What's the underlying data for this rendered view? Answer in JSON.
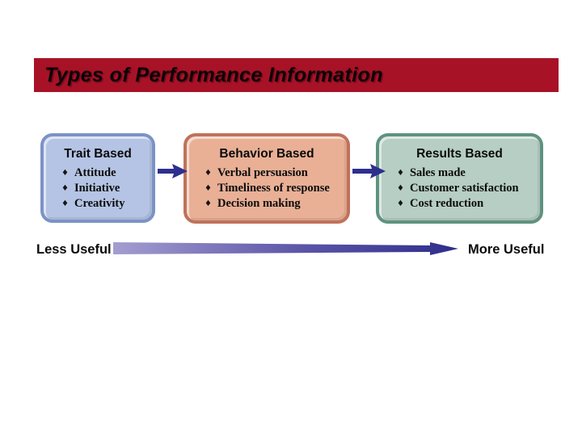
{
  "slide": {
    "title": "Types of Performance Information"
  },
  "boxes": [
    {
      "header": "Trait Based",
      "bullet_icon": "diamond-bullet-icon",
      "items": [
        "Attitude",
        "Initiative",
        "Creativity"
      ],
      "fill": "#b5c4e4",
      "border": "#7b93c6"
    },
    {
      "header": "Behavior Based",
      "bullet_icon": "diamond-bullet-icon",
      "items": [
        "Verbal persuasion",
        "Timeliness of response",
        "Decision making"
      ],
      "fill": "#e9b096",
      "border": "#c0725a"
    },
    {
      "header": "Results Based",
      "bullet_icon": "diamond-bullet-icon",
      "items": [
        "Sales made",
        "Customer satisfaction",
        "Cost reduction"
      ],
      "fill": "#b6cec3",
      "border": "#5f9280"
    }
  ],
  "scale": {
    "left_label": "Less Useful",
    "right_label": "More Useful"
  },
  "icons": {
    "bullet": "♦"
  },
  "colors": {
    "title_bar": "#a81226",
    "connector_arrow": "#2d2f8f",
    "gradient_start": "#a49dd0",
    "gradient_end": "#2e2e8c",
    "text": "#0b0b0b",
    "background": "#ffffff"
  }
}
